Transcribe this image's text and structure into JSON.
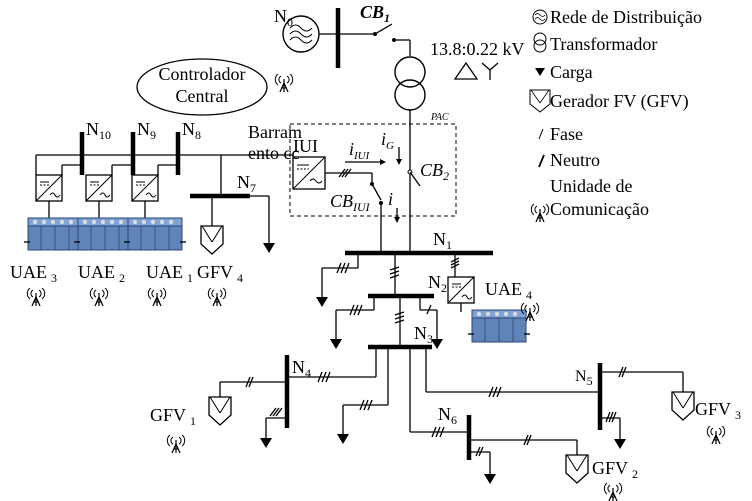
{
  "nodes": {
    "n0": "N",
    "n0_sub": "0",
    "n1": "N",
    "n1_sub": "1",
    "n2": "N",
    "n2_sub": "2",
    "n3": "N",
    "n3_sub": "3",
    "n4": "N",
    "n4_sub": "4",
    "n5": "N",
    "n5_sub": "5",
    "n6": "N",
    "n6_sub": "6",
    "n7": "N",
    "n7_sub": "7",
    "n8": "N",
    "n8_sub": "8",
    "n9": "N",
    "n9_sub": "9",
    "n10": "N",
    "n10_sub": "10"
  },
  "breakers": {
    "cb1": "CB",
    "cb1_sub": "1",
    "cb2": "CB",
    "cb2_sub": "2",
    "cbiui": "CB",
    "cbiui_sub": "IUI"
  },
  "transformer_rating": "13.8:0.22 kV",
  "pac_label": "PAC",
  "controller": {
    "line1": "Controlador",
    "line2": "Central"
  },
  "dc_bus": {
    "line1": "Barram",
    "line2": "ento cc"
  },
  "iui_label": "IUI",
  "currents": {
    "iiui": "i",
    "iiui_sub": "IUI",
    "ig": "i",
    "ig_sub": "G",
    "i": "i"
  },
  "storage_units": [
    {
      "label": "UAE",
      "sub": "3"
    },
    {
      "label": "UAE",
      "sub": "2"
    },
    {
      "label": "UAE",
      "sub": "1"
    },
    {
      "label": "UAE",
      "sub": "4"
    }
  ],
  "pv_generators": [
    {
      "label": "GFV",
      "sub": "4"
    },
    {
      "label": "GFV",
      "sub": "1"
    },
    {
      "label": "GFV",
      "sub": "2"
    },
    {
      "label": "GFV",
      "sub": "3"
    }
  ],
  "legend": [
    {
      "icon": "distribution-grid-icon",
      "label": "Rede de Distribuição"
    },
    {
      "icon": "transformer-icon",
      "label": "Transformador"
    },
    {
      "icon": "load-arrow-icon",
      "label": "Carga"
    },
    {
      "icon": "pv-generator-icon",
      "label": "Gerador FV (GFV)"
    },
    {
      "icon": "phase-tick-icon",
      "label": "Fase"
    },
    {
      "icon": "neutral-tick-icon",
      "label": "Neutro"
    },
    {
      "icon": "antenna-icon",
      "label": "Unidade de"
    },
    {
      "icon": "",
      "label": "Comunicação"
    }
  ]
}
